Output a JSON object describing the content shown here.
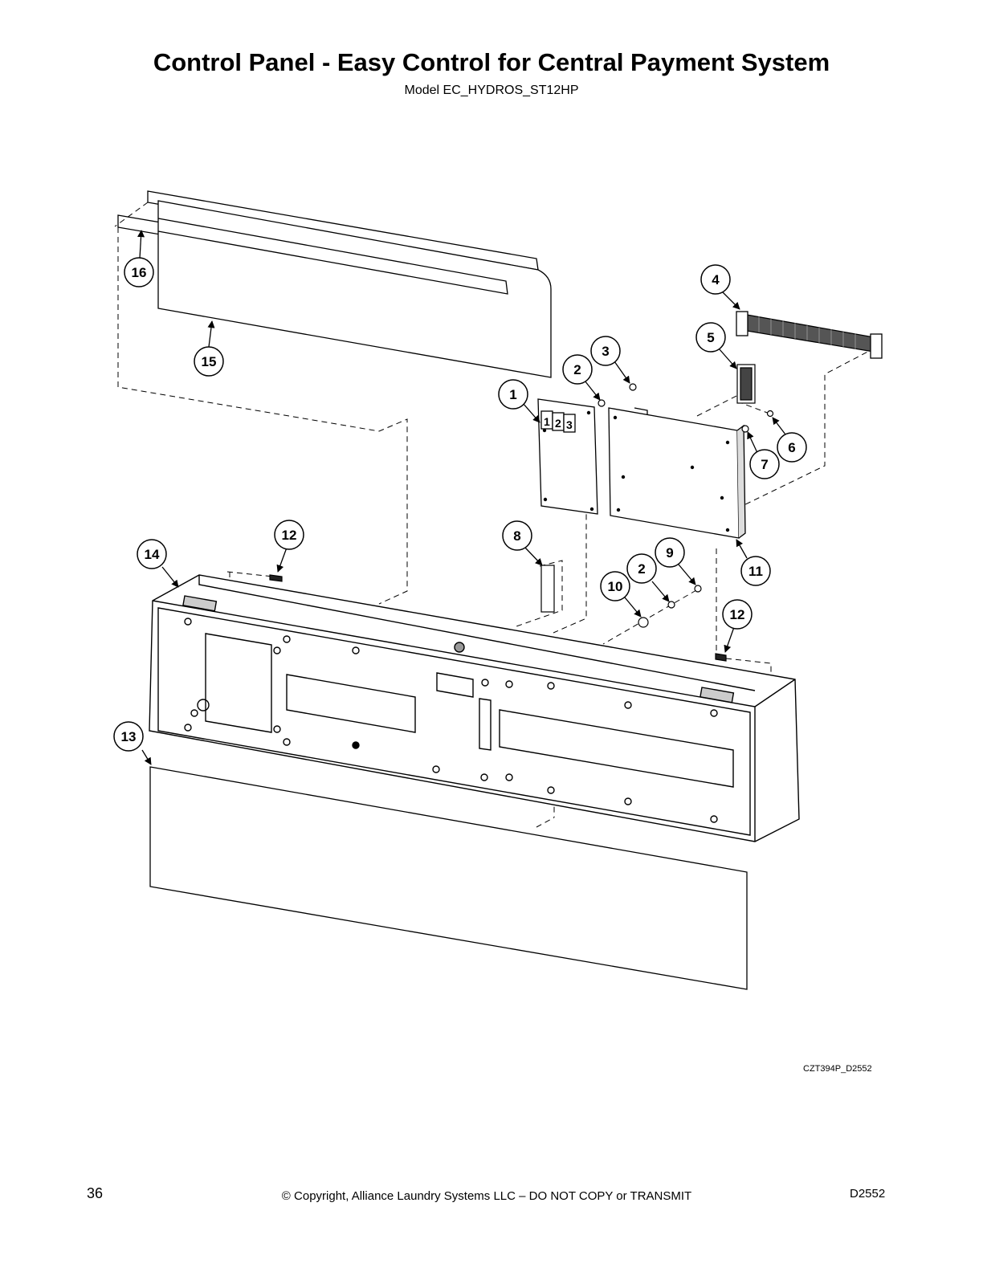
{
  "header": {
    "title": "Control Panel - Easy Control for Central Payment System",
    "subtitle": "Model EC_HYDROS_ST12HP"
  },
  "diagram": {
    "drawing_code": "CZT394P_D2552",
    "keypad_labels": [
      "1",
      "2",
      "3"
    ],
    "callouts": [
      "1",
      "2",
      "3",
      "4",
      "5",
      "6",
      "7",
      "8",
      "9",
      "10",
      "11",
      "12",
      "13",
      "14",
      "15",
      "16"
    ]
  },
  "footer": {
    "page_number": "36",
    "copyright": "© Copyright, Alliance Laundry Systems LLC – DO NOT COPY or TRANSMIT",
    "doc_code": "D2552"
  }
}
